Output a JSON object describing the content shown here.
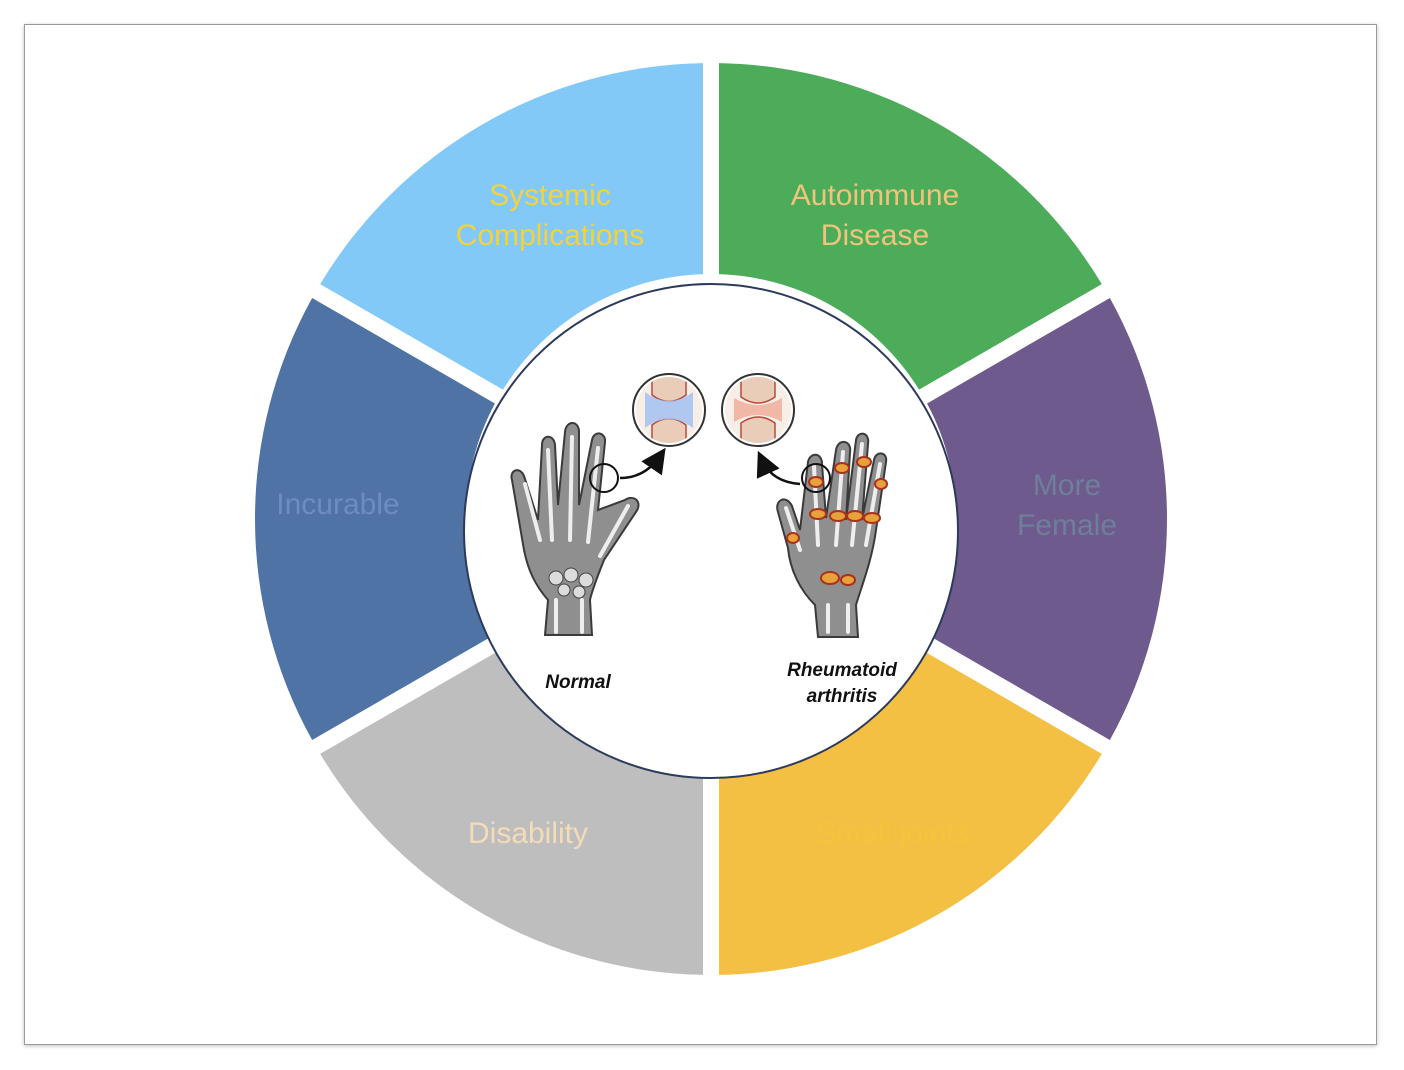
{
  "diagram": {
    "segments": [
      {
        "id": "systemic",
        "lines": [
          "Systemic",
          "Complications"
        ],
        "fill": "#4dac5a",
        "text_color": "#f4d23c"
      },
      {
        "id": "autoimmune",
        "lines": [
          "Autoimmune",
          "Disease"
        ],
        "fill": "#6e5a8c",
        "text_color": "#f2c37a"
      },
      {
        "id": "female",
        "lines": [
          "More",
          "Female"
        ],
        "fill": "#f3c043",
        "text_color": "#6e7f9c"
      },
      {
        "id": "small-joints",
        "lines": [
          "Small joints"
        ],
        "fill": "#bebebe",
        "text_color": "#f3c43c"
      },
      {
        "id": "disability",
        "lines": [
          "Disability"
        ],
        "fill": "#4f73a4",
        "text_color": "#f3ddb8"
      },
      {
        "id": "incurable",
        "lines": [
          "Incurable"
        ],
        "fill": "#82c9f8",
        "text_color": "#6e8bc4"
      }
    ],
    "center": {
      "normal_label": "Normal",
      "ra_label_line1": "Rheumatoid",
      "ra_label_line2": "arthritis"
    },
    "colors": {
      "bone": "#8f8f8f",
      "bone_dark": "#4a4a4a",
      "inflammation": "#e8a23a",
      "inflammation_dark": "#a8321e"
    }
  }
}
